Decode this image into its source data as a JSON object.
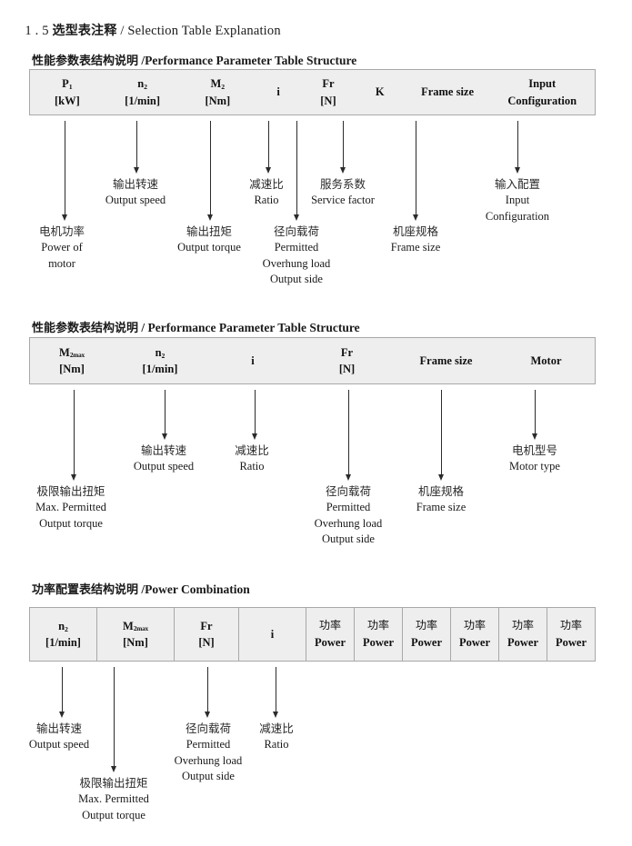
{
  "document": {
    "section_number": "1 . 5",
    "title_cn": "选型表注释",
    "title_sep": " / ",
    "title_en": "Selection Table Explanation"
  },
  "sections": [
    {
      "id": "performance-1",
      "heading_cn": "性能参数表结构说明",
      "heading_sep": " /",
      "heading_en": "Performance Parameter Table Structure",
      "columns": [
        {
          "name": "p1",
          "line1": "P",
          "line1_sub": "1",
          "line2": "[kW]"
        },
        {
          "name": "n2",
          "line1": "n",
          "line1_sub": "2",
          "line2": "[1/min]"
        },
        {
          "name": "m2",
          "line1": "M",
          "line1_sub": "2",
          "line2": "[Nm]"
        },
        {
          "name": "i",
          "line1": "i",
          "line1_sub": "",
          "line2": ""
        },
        {
          "name": "fr",
          "line1": "Fr",
          "line1_sub": "",
          "line2": "[N]"
        },
        {
          "name": "k",
          "line1": "K",
          "line1_sub": "",
          "line2": ""
        },
        {
          "name": "frame",
          "line1": "Frame size",
          "line1_sub": "",
          "line2": ""
        },
        {
          "name": "input",
          "line1": "Input",
          "line1_sub": "",
          "line2": "Configuration"
        }
      ],
      "annotations": [
        {
          "name": "power-of-motor",
          "cn": "电机功率",
          "en1": "Power of",
          "en2": "motor",
          "en3": "",
          "en4": ""
        },
        {
          "name": "output-speed",
          "cn": "输出转速",
          "en1": "Output speed",
          "en2": "",
          "en3": "",
          "en4": ""
        },
        {
          "name": "output-torque",
          "cn": "输出扭矩",
          "en1": "Output torque",
          "en2": "",
          "en3": "",
          "en4": ""
        },
        {
          "name": "ratio",
          "cn": "减速比",
          "en1": "Ratio",
          "en2": "",
          "en3": "",
          "en4": ""
        },
        {
          "name": "overhung-load",
          "cn": "径向载荷",
          "en1": "Permitted",
          "en2": "Overhung load",
          "en3": "Output side",
          "en4": ""
        },
        {
          "name": "service-factor",
          "cn": "服务系数",
          "en1": "Service factor",
          "en2": "",
          "en3": "",
          "en4": ""
        },
        {
          "name": "frame-size",
          "cn": "机座规格",
          "en1": "Frame size",
          "en2": "",
          "en3": "",
          "en4": ""
        },
        {
          "name": "input-config",
          "cn": "输入配置",
          "en1": "Input",
          "en2": "Configuration",
          "en3": "",
          "en4": ""
        }
      ]
    },
    {
      "id": "performance-2",
      "heading_cn": "性能参数表结构说明",
      "heading_sep": " / ",
      "heading_en": "Performance Parameter Table Structure",
      "columns": [
        {
          "name": "m2max",
          "line1": "M",
          "line1_sub": "2max",
          "line2": "[Nm]"
        },
        {
          "name": "n2",
          "line1": "n",
          "line1_sub": "2",
          "line2": "[1/min]"
        },
        {
          "name": "i",
          "line1": "i",
          "line1_sub": "",
          "line2": ""
        },
        {
          "name": "fr",
          "line1": "Fr",
          "line1_sub": "",
          "line2": "[N]"
        },
        {
          "name": "frame",
          "line1": "Frame size",
          "line1_sub": "",
          "line2": ""
        },
        {
          "name": "motor",
          "line1": "Motor",
          "line1_sub": "",
          "line2": ""
        }
      ],
      "annotations": [
        {
          "name": "max-output-torque",
          "cn": "极限输出扭矩",
          "en1": "Max. Permitted",
          "en2": "Output  torque",
          "en3": "",
          "en4": ""
        },
        {
          "name": "output-speed",
          "cn": "输出转速",
          "en1": "Output speed",
          "en2": "",
          "en3": "",
          "en4": ""
        },
        {
          "name": "ratio",
          "cn": "减速比",
          "en1": "Ratio",
          "en2": "",
          "en3": "",
          "en4": ""
        },
        {
          "name": "overhung-load",
          "cn": "径向载荷",
          "en1": "Permitted",
          "en2": "Overhung load",
          "en3": "Output side",
          "en4": ""
        },
        {
          "name": "frame-size",
          "cn": "机座规格",
          "en1": "Frame size",
          "en2": "",
          "en3": "",
          "en4": ""
        },
        {
          "name": "motor-type",
          "cn": "电机型号",
          "en1": "Motor type",
          "en2": "",
          "en3": "",
          "en4": ""
        }
      ]
    },
    {
      "id": "power-combination",
      "heading_cn": "功率配置表结构说明",
      "heading_sep": " /",
      "heading_en": "Power Combination",
      "columns": [
        {
          "name": "n2",
          "line1": "n",
          "line1_sub": "2",
          "line2": "[1/min]"
        },
        {
          "name": "m2max",
          "line1": "M",
          "line1_sub": "2max",
          "line2": "[Nm]"
        },
        {
          "name": "fr",
          "line1": "Fr",
          "line1_sub": "",
          "line2": "[N]"
        },
        {
          "name": "i",
          "line1": "i",
          "line1_sub": "",
          "line2": ""
        },
        {
          "name": "power-1",
          "line1_cn": "功率",
          "line1": "",
          "line1_sub": "",
          "line2": "Power"
        },
        {
          "name": "power-2",
          "line1_cn": "功率",
          "line1": "",
          "line1_sub": "",
          "line2": "Power"
        },
        {
          "name": "power-3",
          "line1_cn": "功率",
          "line1": "",
          "line1_sub": "",
          "line2": "Power"
        },
        {
          "name": "power-4",
          "line1_cn": "功率",
          "line1": "",
          "line1_sub": "",
          "line2": "Power"
        },
        {
          "name": "power-5",
          "line1_cn": "功率",
          "line1": "",
          "line1_sub": "",
          "line2": "Power"
        },
        {
          "name": "power-6",
          "line1_cn": "功率",
          "line1": "",
          "line1_sub": "",
          "line2": "Power"
        }
      ],
      "annotations": [
        {
          "name": "output-speed",
          "cn": "输出转速",
          "en1": "Output speed",
          "en2": "",
          "en3": "",
          "en4": ""
        },
        {
          "name": "max-output-torque",
          "cn": "极限输出扭矩",
          "en1": "Max. Permitted",
          "en2": "Output  torque",
          "en3": "",
          "en4": ""
        },
        {
          "name": "overhung-load",
          "cn": "径向载荷",
          "en1": "Permitted",
          "en2": "Overhung load",
          "en3": "Output side",
          "en4": ""
        },
        {
          "name": "ratio",
          "cn": "减速比",
          "en1": "Ratio",
          "en2": "",
          "en3": "",
          "en4": ""
        }
      ]
    }
  ],
  "colors": {
    "table_fill": "#eeeeee",
    "table_border": "#a8a8a8",
    "text": "#1a1a1a",
    "arrow": "#2b2b2b"
  }
}
